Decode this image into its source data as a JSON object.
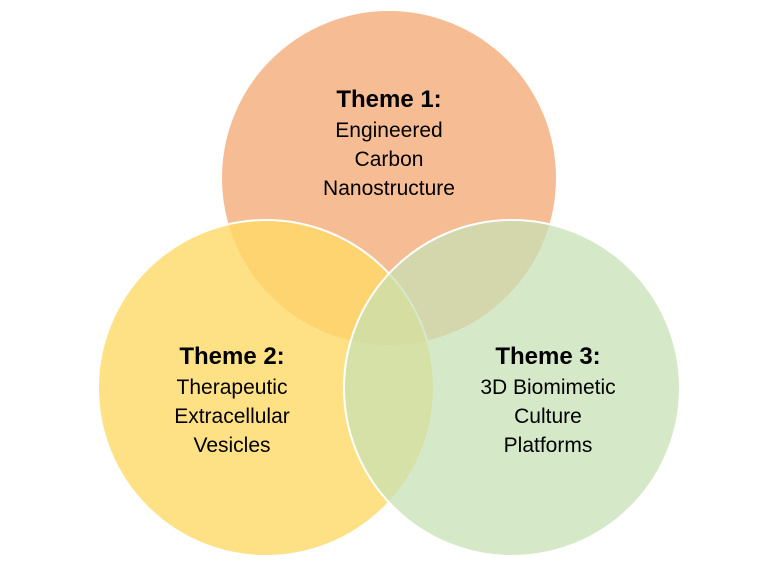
{
  "diagram": {
    "type": "venn",
    "sets": [
      {
        "title": "Theme 1:",
        "lines": [
          "Engineered",
          "Carbon",
          "Nanostructure"
        ],
        "color": "#F4B183"
      },
      {
        "title": "Theme 2:",
        "lines": [
          "Therapeutic",
          "Extracellular",
          "Vesicles"
        ],
        "color": "#FFD966"
      },
      {
        "title": "Theme 3:",
        "lines": [
          "3D Biomimetic",
          "Culture",
          "Platforms"
        ],
        "color": "#C5E0B4"
      }
    ]
  }
}
